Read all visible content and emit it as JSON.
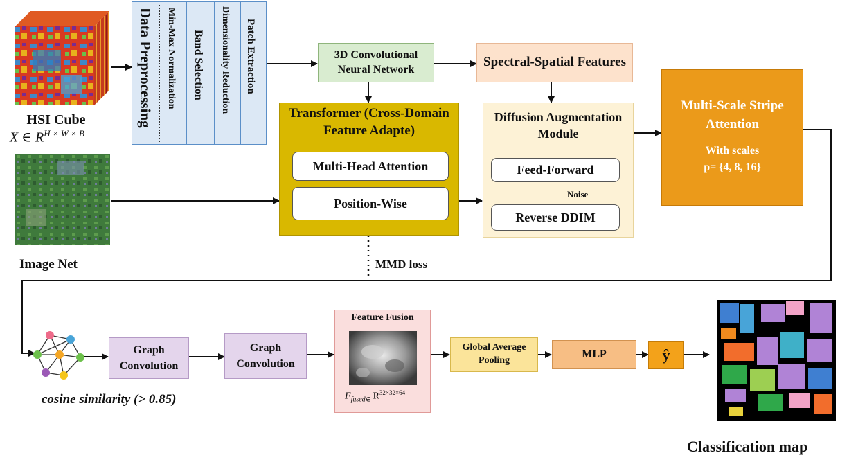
{
  "inputs": {
    "hsi_label": "HSI Cube",
    "hsi_formula_prefix": "X ∈ R",
    "hsi_formula_sup": "H × W × B",
    "imagenet_label": "Image Net"
  },
  "preprocessing": {
    "title": "Data Preprocessing",
    "steps": [
      "Min-Max Normalization",
      "Band Selection",
      "Dimensionality Reduction",
      "Patch Extraction"
    ]
  },
  "cnn": {
    "label": "3D Convolutional Neural Network"
  },
  "spectral": {
    "label": "Spectral-Spatial Features"
  },
  "transformer": {
    "title": "Transformer (Cross-Domain Feature Adapte)",
    "items": [
      "Multi-Head Attention",
      "Position-Wise"
    ]
  },
  "mmd": {
    "label": "MMD loss"
  },
  "diffusion": {
    "title": "Diffusion Augmentation Module",
    "items": [
      "Feed-Forward",
      "Reverse DDIM"
    ],
    "noise_label": "Noise"
  },
  "msa": {
    "title": "Multi-Scale Stripe Attention",
    "subtitle": "With scales",
    "scales": "p= {4, 8, 16}"
  },
  "graph": {
    "similarity_label": "cosine similarity (> 0.85)",
    "conv1": "Graph Convolution",
    "conv2": "Graph Convolution"
  },
  "fusion": {
    "title": "Feature Fusion",
    "formula_main": "F",
    "formula_sub": "fused∈",
    "formula_r": "R",
    "formula_sup": "32×32×64"
  },
  "gap": {
    "label": "Global Average Pooling"
  },
  "mlp": {
    "label": "MLP"
  },
  "yhat": {
    "label": "ŷ"
  },
  "output": {
    "label": "Classification map"
  },
  "colors": {
    "preproc_fill": "#dce8f5",
    "preproc_border": "#5b8fc8",
    "cnn_fill": "#d9ecd0",
    "spectral_fill": "#fde2cc",
    "transformer_fill": "#d9b800",
    "diffusion_fill": "#fdf2d6",
    "msa_fill": "#eb9a1a",
    "graph_fill": "#e4d5ec",
    "fusion_fill": "#fadedd",
    "gap_fill": "#fbe49a",
    "mlp_fill": "#f7be84",
    "yhat_fill": "#f3a21a"
  }
}
